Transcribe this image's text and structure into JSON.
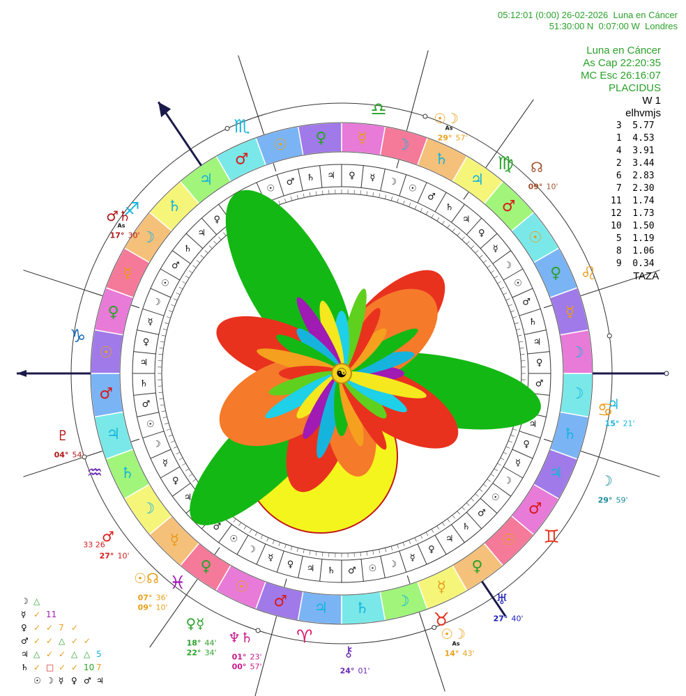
{
  "header": {
    "line1": "05:12:01 (0:00) 26-02-2026  Luna en Cáncer",
    "line2": "51:30:00 N  0:07:00 W  Londres"
  },
  "info": {
    "title": "Luna en Cáncer",
    "as_cap": "As Cap  22:20:35",
    "mc_esc": "MC Esc  26:16:07",
    "system": "PLACIDUS",
    "w": "W 1",
    "code": "elhvmjs",
    "taza": "TAZA"
  },
  "weights": [
    {
      "n": "3",
      "v": "5.77"
    },
    {
      "n": "1",
      "v": "4.53"
    },
    {
      "n": "4",
      "v": "3.91"
    },
    {
      "n": "2",
      "v": "3.44"
    },
    {
      "n": "6",
      "v": "2.83"
    },
    {
      "n": "7",
      "v": "2.30"
    },
    {
      "n": "11",
      "v": "1.74"
    },
    {
      "n": "12",
      "v": "1.73"
    },
    {
      "n": "10",
      "v": "1.50"
    },
    {
      "n": "5",
      "v": "1.19"
    },
    {
      "n": "8",
      "v": "1.06"
    },
    {
      "n": "9",
      "v": "0.34"
    }
  ],
  "colors": {
    "header_green": "#2aa12a",
    "petal_green": "#14b814",
    "petal_red": "#e8321e",
    "petal_orange": "#f57a2a",
    "sun_yellow": "#f5f51e",
    "dark_red": "#b01818",
    "cyan": "#16b4dc",
    "navy": "#1a1a7a"
  },
  "zodiac_signs": [
    {
      "glyph": "♋",
      "color": "#e89c1a",
      "name": "cancer"
    },
    {
      "glyph": "♌",
      "color": "#e89c1a",
      "name": "leo"
    },
    {
      "glyph": "♍",
      "color": "#2aa12a",
      "name": "virgo"
    },
    {
      "glyph": "♎",
      "color": "#2aa12a",
      "name": "libra"
    },
    {
      "glyph": "♏",
      "color": "#16b4dc",
      "name": "scorpio"
    },
    {
      "glyph": "♐",
      "color": "#16b4dc",
      "name": "sagittarius"
    },
    {
      "glyph": "♑",
      "color": "#1a6ab4",
      "name": "capricorn"
    },
    {
      "glyph": "♒",
      "color": "#6a2ab4",
      "name": "aquarius"
    },
    {
      "glyph": "♓",
      "color": "#a01ab4",
      "name": "pisces"
    },
    {
      "glyph": "♈",
      "color": "#d81a6a",
      "name": "aries"
    },
    {
      "glyph": "♉",
      "color": "#e8321e",
      "name": "taurus"
    },
    {
      "glyph": "♊",
      "color": "#e8321e",
      "name": "gemini"
    }
  ],
  "ring_planets": [
    {
      "glyph": "☽",
      "color": "#16b4dc"
    },
    {
      "glyph": "☿",
      "color": "#e89c1a"
    },
    {
      "glyph": "♀",
      "color": "#2aa12a"
    },
    {
      "glyph": "☉",
      "color": "#e8a01a"
    },
    {
      "glyph": "♂",
      "color": "#d81a1a"
    },
    {
      "glyph": "♃",
      "color": "#16b4dc"
    },
    {
      "glyph": "♄",
      "color": "#16b4dc"
    },
    {
      "glyph": "☽",
      "color": "#16b4dc"
    },
    {
      "glyph": "☿",
      "color": "#e89c1a"
    },
    {
      "glyph": "♀",
      "color": "#2aa12a"
    },
    {
      "glyph": "☉",
      "color": "#e8a01a"
    },
    {
      "glyph": "♂",
      "color": "#d81a1a"
    },
    {
      "glyph": "♃",
      "color": "#16b4dc"
    },
    {
      "glyph": "♄",
      "color": "#16b4dc"
    },
    {
      "glyph": "☽",
      "color": "#16b4dc"
    },
    {
      "glyph": "☿",
      "color": "#e89c1a"
    },
    {
      "glyph": "♀",
      "color": "#2aa12a"
    },
    {
      "glyph": "☉",
      "color": "#e8a01a"
    },
    {
      "glyph": "♂",
      "color": "#d81a1a"
    },
    {
      "glyph": "♃",
      "color": "#16b4dc"
    },
    {
      "glyph": "♄",
      "color": "#16b4dc"
    },
    {
      "glyph": "☽",
      "color": "#16b4dc"
    },
    {
      "glyph": "☿",
      "color": "#e89c1a"
    },
    {
      "glyph": "♀",
      "color": "#2aa12a"
    },
    {
      "glyph": "☉",
      "color": "#e8a01a"
    },
    {
      "glyph": "♂",
      "color": "#d81a1a"
    },
    {
      "glyph": "♃",
      "color": "#16b4dc"
    },
    {
      "glyph": "♄",
      "color": "#16b4dc"
    },
    {
      "glyph": "☽",
      "color": "#16b4dc"
    },
    {
      "glyph": "☿",
      "color": "#e89c1a"
    },
    {
      "glyph": "♀",
      "color": "#2aa12a"
    },
    {
      "glyph": "☉",
      "color": "#e8a01a"
    },
    {
      "glyph": "♂",
      "color": "#d81a1a"
    },
    {
      "glyph": "♃",
      "color": "#16b4dc"
    },
    {
      "glyph": "♄",
      "color": "#16b4dc"
    },
    {
      "glyph": "☽",
      "color": "#16b4dc"
    }
  ],
  "inner_ring_glyphs": [
    "♀",
    "♃",
    "♄",
    "♂",
    "☉",
    "☽",
    "☿",
    "♀",
    "♃",
    "♄",
    "♂",
    "☉",
    "☽",
    "☿",
    "♀",
    "♃",
    "♄",
    "♂",
    "☉",
    "☽",
    "☿",
    "♀",
    "♃",
    "♄",
    "♂",
    "☉",
    "☽",
    "☿",
    "♀",
    "♃",
    "♄",
    "♂",
    "☉",
    "☽",
    "☿",
    "♀",
    "♃",
    "♄",
    "♂",
    "☉",
    "☽",
    "☿",
    "♀",
    "♃",
    "♄",
    "♂",
    "☉",
    "☽",
    "☿",
    "♀",
    "♃",
    "♄",
    "♂",
    "☉",
    "☽",
    "☿",
    "♀",
    "♃",
    "♄",
    "♂"
  ],
  "outer_labels": [
    {
      "id": "mc-asc",
      "glyph": "☉☽",
      "sub": "As",
      "deg": "29°",
      "min": "57'",
      "color": "#e8a01a"
    },
    {
      "id": "node-top",
      "glyph": "☊",
      "deg": "09°",
      "min": "10'",
      "color": "#a0522d"
    },
    {
      "id": "mars-as",
      "glyph": "♂♄",
      "sub": "As",
      "deg": "17°",
      "min": "30'",
      "color": "#b01818"
    },
    {
      "id": "jupiter-right",
      "glyph": "♃",
      "deg": "15°",
      "min": "21'",
      "color": "#16b4dc"
    },
    {
      "id": "pluto-left",
      "glyph": "♇",
      "deg": "04°",
      "min": "54'",
      "color": "#b01818"
    },
    {
      "id": "moon-right",
      "glyph": "☽",
      "deg": "29°",
      "min": "59'",
      "color": "#1a8a9a"
    },
    {
      "id": "mars-left",
      "glyph": "♂",
      "deg": "27°",
      "min": "10'",
      "extra": "33 26",
      "color": "#d81a1a"
    },
    {
      "id": "sun-node",
      "glyph": "☉☊",
      "deg": "07°",
      "deg2": "09°",
      "min": "36'",
      "min2": "10'",
      "color": "#e8a01a"
    },
    {
      "id": "uranus",
      "glyph": "♅",
      "deg": "27°",
      "min": "40'",
      "color": "#1a1ab4"
    },
    {
      "id": "venus-merc",
      "glyph": "♀☿",
      "deg": "18°",
      "deg2": "22°",
      "min": "44'",
      "min2": "34'",
      "color": "#2aa12a"
    },
    {
      "id": "nept-sat",
      "glyph": "♆♄",
      "deg": "01°",
      "deg2": "00°",
      "min": "23'",
      "min2": "57'",
      "color": "#c81a8a"
    },
    {
      "id": "chiron",
      "glyph": "⚷",
      "deg": "24°",
      "min": "01'",
      "color": "#6a2ab4"
    },
    {
      "id": "as-sun",
      "glyph": "☉☽",
      "sub": "As",
      "deg": "14°",
      "min": "43'",
      "color": "#e8a01a"
    }
  ],
  "aspects": [
    {
      "p": "☽",
      "cells": [
        {
          "g": "△",
          "c": "#2aa12a"
        }
      ]
    },
    {
      "p": "☿",
      "cells": [
        {
          "g": "✓",
          "c": "#e89c1a"
        },
        {
          "g": "11",
          "c": "#a01ab4"
        }
      ]
    },
    {
      "p": "♀",
      "cells": [
        {
          "g": "✓",
          "c": "#e89c1a"
        },
        {
          "g": "✓",
          "c": "#e89c1a"
        },
        {
          "g": "7",
          "c": "#e8a01a"
        },
        {
          "g": "✓",
          "c": "#e89c1a"
        }
      ]
    },
    {
      "p": "♂",
      "cells": [
        {
          "g": "✓",
          "c": "#e89c1a"
        },
        {
          "g": "✓",
          "c": "#e89c1a"
        },
        {
          "g": "△",
          "c": "#2aa12a"
        },
        {
          "g": "✓",
          "c": "#e89c1a"
        },
        {
          "g": "✓",
          "c": "#e89c1a"
        }
      ]
    },
    {
      "p": "♃",
      "cells": [
        {
          "g": "△",
          "c": "#2aa12a"
        },
        {
          "g": "✓",
          "c": "#e89c1a"
        },
        {
          "g": "✓",
          "c": "#e89c1a"
        },
        {
          "g": "△",
          "c": "#2aa12a"
        },
        {
          "g": "△",
          "c": "#2aa12a"
        },
        {
          "g": "5",
          "c": "#16b4dc"
        }
      ]
    },
    {
      "p": "♄",
      "cells": [
        {
          "g": "✓",
          "c": "#e89c1a"
        },
        {
          "g": "□",
          "c": "#d81a1a"
        },
        {
          "g": "✓",
          "c": "#e89c1a"
        },
        {
          "g": "✓",
          "c": "#e89c1a"
        },
        {
          "g": "10",
          "c": "#2aa12a"
        },
        {
          "g": "7",
          "c": "#e8a01a"
        }
      ]
    },
    {
      "p": "",
      "cells": [
        {
          "g": "☉",
          "c": "#000"
        },
        {
          "g": "☽",
          "c": "#000"
        },
        {
          "g": "☿",
          "c": "#000"
        },
        {
          "g": "♀",
          "c": "#000"
        },
        {
          "g": "♂",
          "c": "#000"
        },
        {
          "g": "♃",
          "c": "#000"
        }
      ]
    }
  ]
}
